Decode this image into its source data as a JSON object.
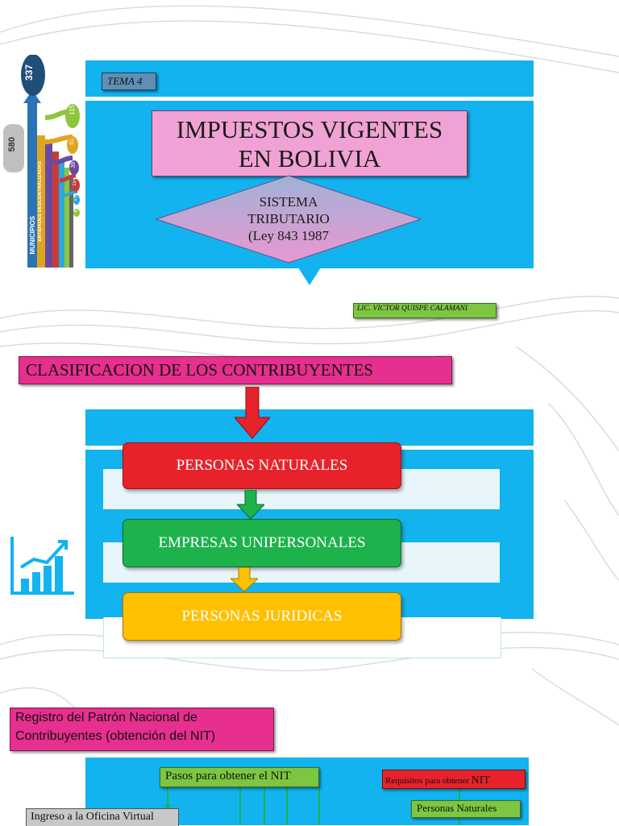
{
  "slide1": {
    "tema_label": "TEMA 4",
    "title_line1": "IMPUESTOS VIGENTES",
    "title_line2": "EN BOLIVIA",
    "diamond_line1": "SISTEMA",
    "diamond_line2": "TRIBUTARIO",
    "diamond_line3": "(Ley 843  1987",
    "author": "LIC. VICTOR QUISPE CALAMANI",
    "infographic": {
      "top_number": "337",
      "side_number": "580",
      "numbers": [
        "115",
        "51",
        "39",
        "15",
        "13",
        "6"
      ],
      "labels": [
        "MUNICIPIOS",
        "ENTIDADES DESCENTRALIZADAS"
      ]
    }
  },
  "slide2": {
    "heading": "CLASIFICACION DE LOS CONTRIBUYENTES",
    "items": [
      {
        "label": "PERSONAS NATURALES",
        "color": "#e8222a"
      },
      {
        "label": "EMPRESAS UNIPERSONALES",
        "color": "#1db24b"
      },
      {
        "label": "PERSONAS JURIDICAS",
        "color": "#ffc000"
      }
    ]
  },
  "slide3": {
    "heading_line1": "Registro del Patrón Nacional de",
    "heading_line2": "Contribuyentes (obtención del NIT)",
    "pasos_label": "Pasos para obtener el NIT",
    "requisitos_small": "Requisitos para obtener ",
    "requisitos_big": "NIT",
    "personas_naturales": "Personas Naturales",
    "ingreso_label": "Ingreso a la Oficina Virtual"
  },
  "colors": {
    "band": "#12b3ef",
    "pink": "#e62f8e",
    "title_pink": "#f1a2d4",
    "green_tag": "#7dc641",
    "red": "#e8222a",
    "green": "#1db24b",
    "yellow": "#ffc000"
  }
}
